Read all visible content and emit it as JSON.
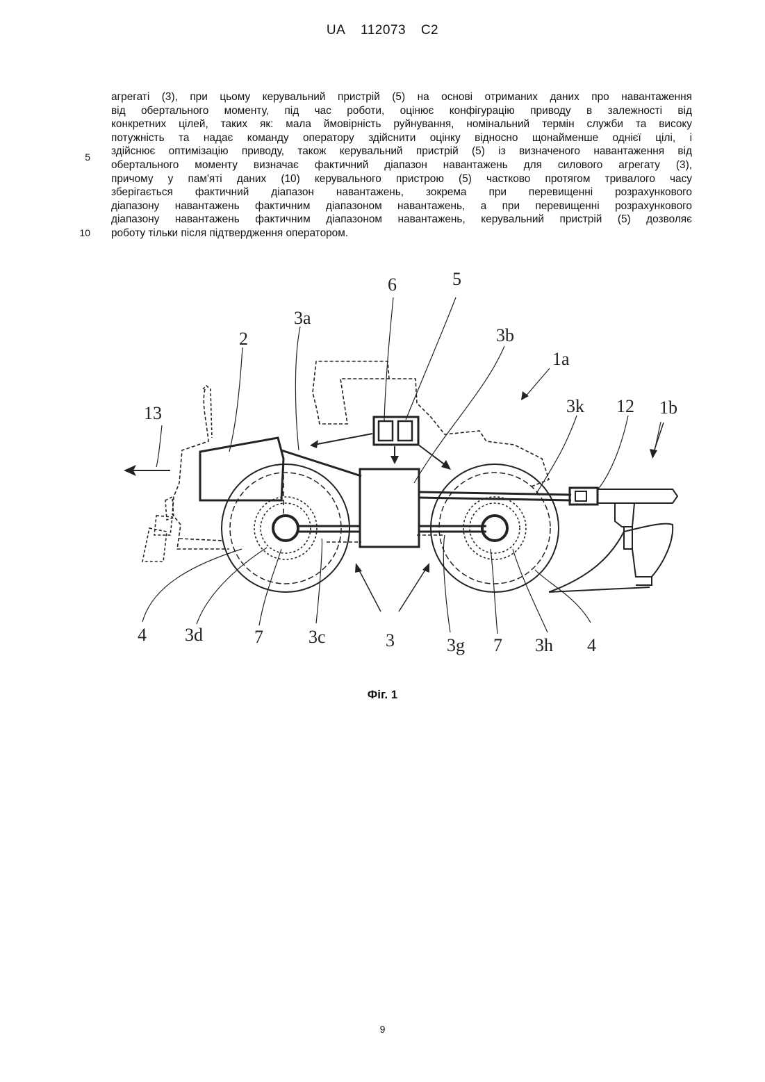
{
  "header": {
    "country": "UA",
    "number": "112073",
    "kind": "C2"
  },
  "body_lines": [
    "агрегаті (3), при цьому керувальний пристрій (5) на основі отриманих даних про навантаження",
    "від обертального моменту, під час роботи, оцінює конфігурацію приводу в залежності від",
    "конкретних цілей, таких як: мала ймовірність руйнування, номінальний термін служби та високу",
    "потужність та надає команду оператору здійснити оцінку відносно щонайменше однієї цілі, і",
    "здійснює оптимізацію приводу, також керувальний пристрій (5) із визначеного навантаження від",
    "обертального моменту визначає фактичний діапазон навантажень для силового агрегату (3),",
    "причому у пам'яті даних (10) керувального пристрою (5) частково протягом тривалого часу",
    "зберігається фактичний діапазон навантажень, зокрема при перевищенні розрахункового",
    "діапазону навантажень фактичним діапазоном навантажень, а при перевищенні розрахункового",
    "діапазону навантажень фактичним діапазоном навантажень, керувальний пристрій (5) дозволяє",
    "роботу тільки після підтвердження оператором."
  ],
  "line_numbers": [
    "5",
    "10"
  ],
  "figure": {
    "labels": {
      "l6": "6",
      "l5": "5",
      "l3a": "3a",
      "l3b": "3b",
      "l2": "2",
      "l1a": "1a",
      "l13": "13",
      "l3k": "3k",
      "l12": "12",
      "l1b": "1b",
      "l4_left": "4",
      "l3d": "3d",
      "l7_left": "7",
      "l3c": "3c",
      "l3": "3",
      "l3g": "3g",
      "l7_right": "7",
      "l3h": "3h",
      "l4_right": "4"
    },
    "caption": "Фіг. 1"
  },
  "page_number": "9"
}
